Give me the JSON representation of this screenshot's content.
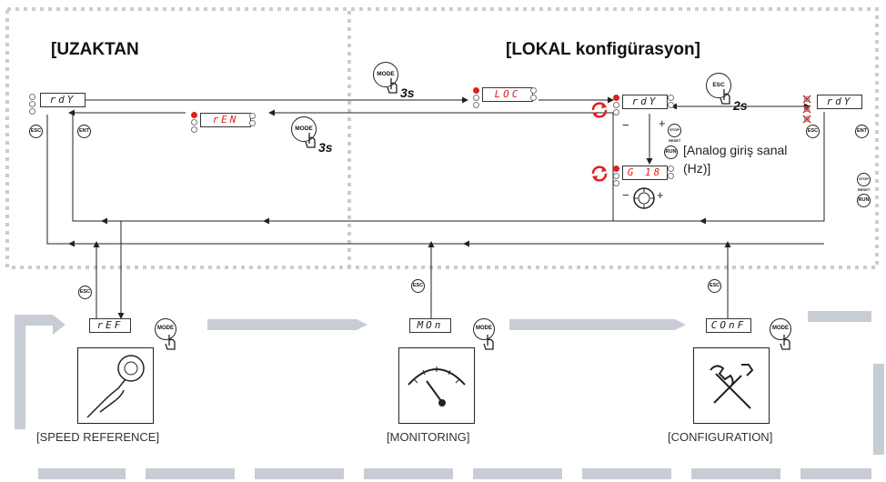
{
  "headings": {
    "remote": "[UZAKTAN",
    "local": "[LOKAL konfigürasyon]"
  },
  "displays": {
    "rdy": "rdY",
    "loc": "LOC",
    "ren": "rEN",
    "local_rdy": "rdY",
    "local_rdy2": "rdY",
    "ref_local": "G 18",
    "ref": "rEF",
    "mon": "MOn",
    "conf": "COnF"
  },
  "buttons": {
    "mode": "MODE",
    "esc": "ESC",
    "ent": "ENT",
    "run": "RUN",
    "stop": "STOP RESET"
  },
  "timings": {
    "mode_hold": "3s",
    "mode_hold_back": "3s",
    "esc_hold": "2s"
  },
  "signs": {
    "plus": "+",
    "minus": "−",
    "minus_wheel": "−",
    "plus_wheel": "+"
  },
  "labels": {
    "analog_line1": "[Analog giriş sanal",
    "analog_line2": "(Hz)]"
  },
  "captions": {
    "speed": "[SPEED REFERENCE]",
    "monitoring": "[MONITORING]",
    "configuration": "[CONFIGURATION]"
  },
  "colors": {
    "accent": "#e02020",
    "dash": "#c8ccd4",
    "line": "#222222"
  }
}
